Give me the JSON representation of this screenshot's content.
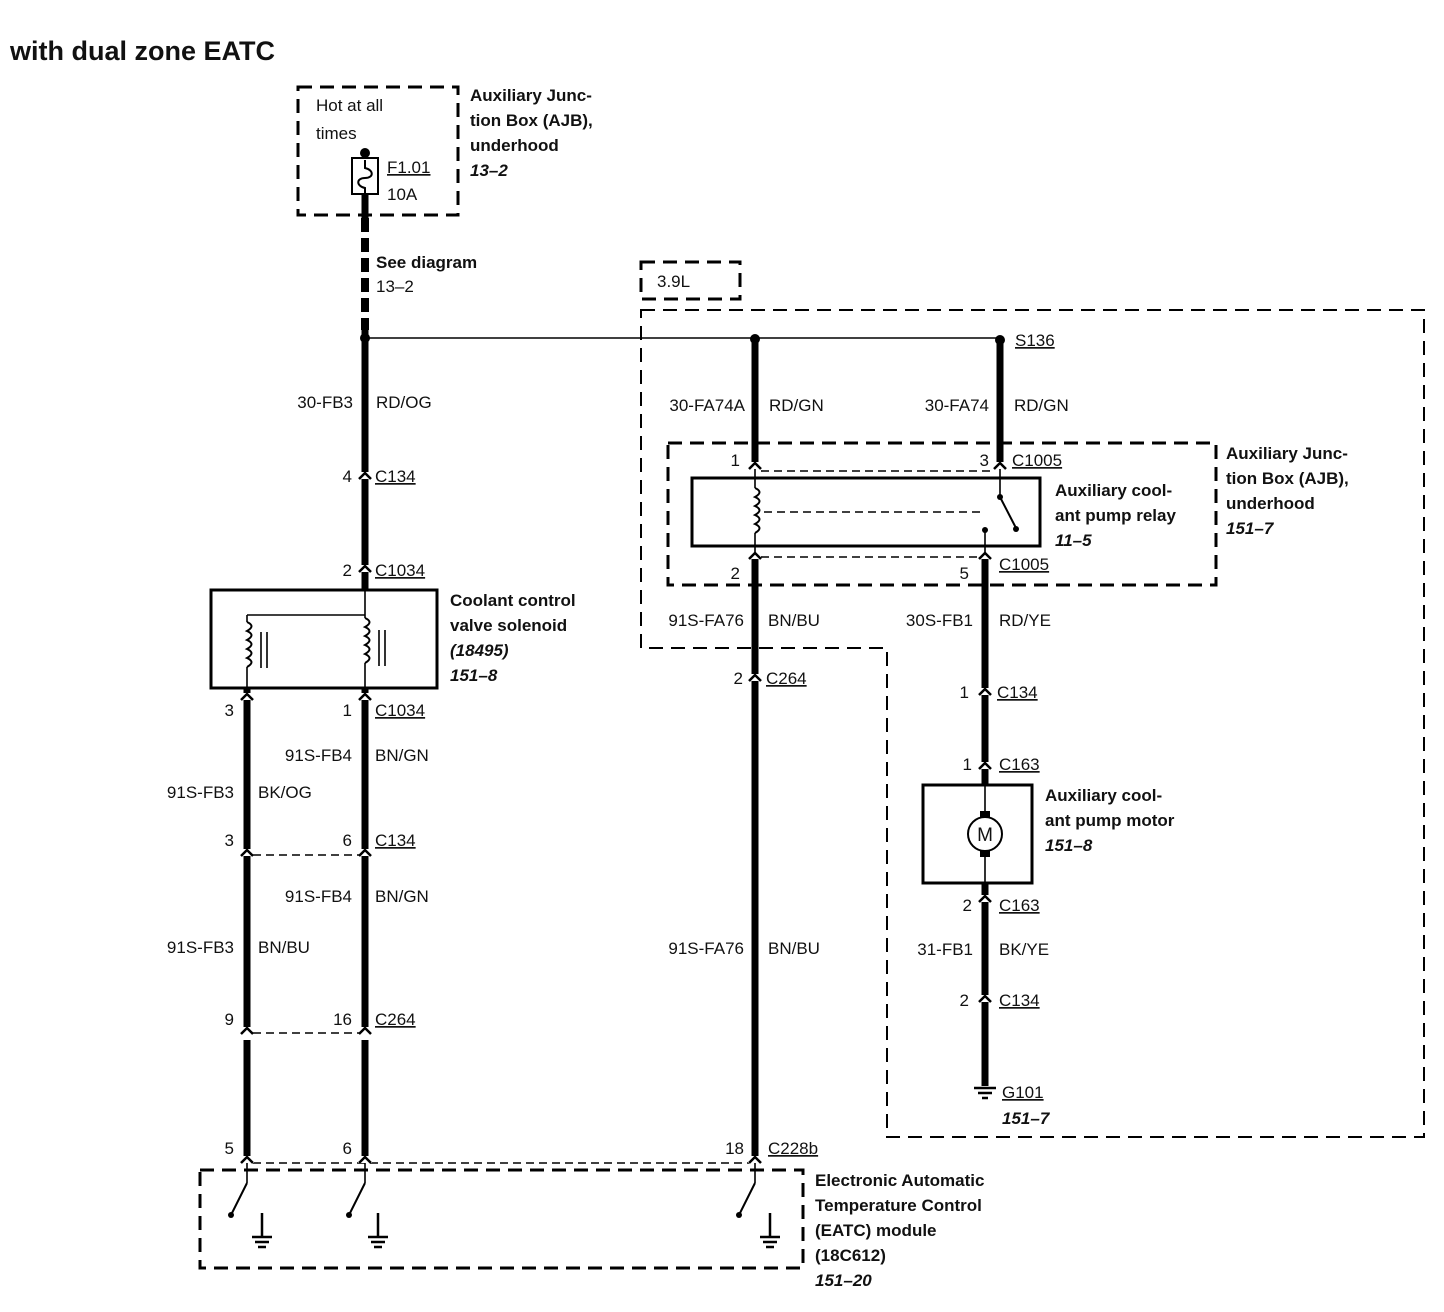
{
  "title": "with dual zone EATC",
  "ajb_fuse_box": {
    "note": [
      "Hot at all",
      "times"
    ],
    "fuse": "F1.01",
    "rating": "10A",
    "label": [
      "Auxiliary Junc-",
      "tion Box (AJB),",
      "underhood"
    ],
    "ref": "13–2"
  },
  "see_diagram": [
    "See diagram",
    "13–2"
  ],
  "splice": "S136",
  "engine_option": "3.9L",
  "circuits": {
    "c30_fb3": {
      "id": "30-FB3",
      "color": "RD/OG"
    },
    "c30_fa74a": {
      "id": "30-FA74A",
      "color": "RD/GN"
    },
    "c30_fa74": {
      "id": "30-FA74",
      "color": "RD/GN"
    },
    "c91s_fa76_upper": {
      "id": "91S-FA76",
      "color": "BN/BU"
    },
    "c30s_fb1": {
      "id": "30S-FB1",
      "color": "RD/YE"
    },
    "c91s_fb4_upper": {
      "id": "91S-FB4",
      "color": "BN/GN"
    },
    "c91s_fb3_upper": {
      "id": "91S-FB3",
      "color": "BK/OG"
    },
    "c91s_fb4_lower": {
      "id": "91S-FB4",
      "color": "BN/GN"
    },
    "c91s_fb3_lower": {
      "id": "91S-FB3",
      "color": "BN/BU"
    },
    "c91s_fa76_lower": {
      "id": "91S-FA76",
      "color": "BN/BU"
    },
    "c31_fb1": {
      "id": "31-FB1",
      "color": "BK/YE"
    }
  },
  "connectors": {
    "c134_upper": {
      "name": "C134",
      "pins": [
        "4"
      ]
    },
    "c1034_upper": {
      "name": "C1034",
      "pins": [
        "2"
      ]
    },
    "c1034_lower": {
      "name": "C1034",
      "pins": [
        "3",
        "1"
      ]
    },
    "c134_middle": {
      "name": "C134",
      "pins": [
        "3",
        "6"
      ]
    },
    "c264_left": {
      "name": "C264",
      "pins": [
        "9",
        "16"
      ]
    },
    "c228b": {
      "name": "C228b",
      "pins": [
        "5",
        "6",
        "18"
      ]
    },
    "c1005_upper": {
      "name": "C1005",
      "pins": [
        "1",
        "3"
      ]
    },
    "c1005_lower": {
      "name": "C1005",
      "pins": [
        "2",
        "5"
      ]
    },
    "c264_right": {
      "name": "C264",
      "pins": [
        "2"
      ]
    },
    "c134_right_upper": {
      "name": "C134",
      "pins": [
        "1"
      ]
    },
    "c163_upper": {
      "name": "C163",
      "pins": [
        "1"
      ]
    },
    "c163_lower": {
      "name": "C163",
      "pins": [
        "2"
      ]
    },
    "c134_right_lower": {
      "name": "C134",
      "pins": [
        "2"
      ]
    }
  },
  "solenoid": {
    "label": [
      "Coolant control",
      "valve solenoid"
    ],
    "part": "(18495)",
    "ref": "151–8"
  },
  "relay_box": {
    "label": [
      "Auxiliary Junc-",
      "tion Box (AJB),",
      "underhood"
    ],
    "ref": "151–7"
  },
  "relay": {
    "label": [
      "Auxiliary cool-",
      "ant pump relay"
    ],
    "ref": "11–5"
  },
  "motor": {
    "symbol": "M",
    "label": [
      "Auxiliary cool-",
      "ant pump motor"
    ],
    "ref": "151–8"
  },
  "ground": {
    "name": "G101",
    "ref": "151–7"
  },
  "eatc": {
    "label": [
      "Electronic Automatic",
      "Temperature Control",
      "(EATC) module",
      "(18C612)"
    ],
    "ref": "151–20"
  }
}
